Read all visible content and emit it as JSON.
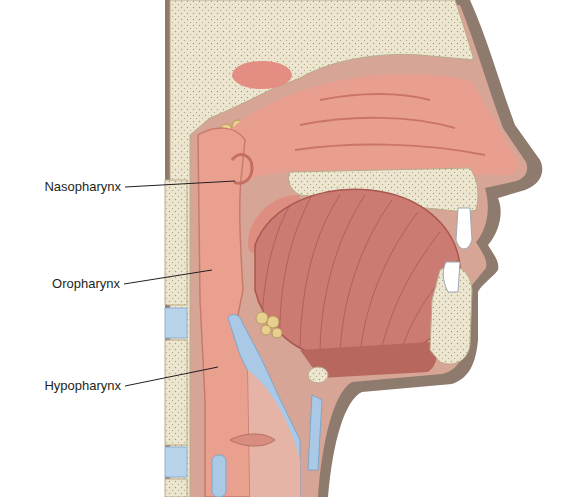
{
  "diagram": {
    "labels": [
      "Nasopharynx",
      "Oropharynx",
      "Hypopharynx"
    ]
  }
}
